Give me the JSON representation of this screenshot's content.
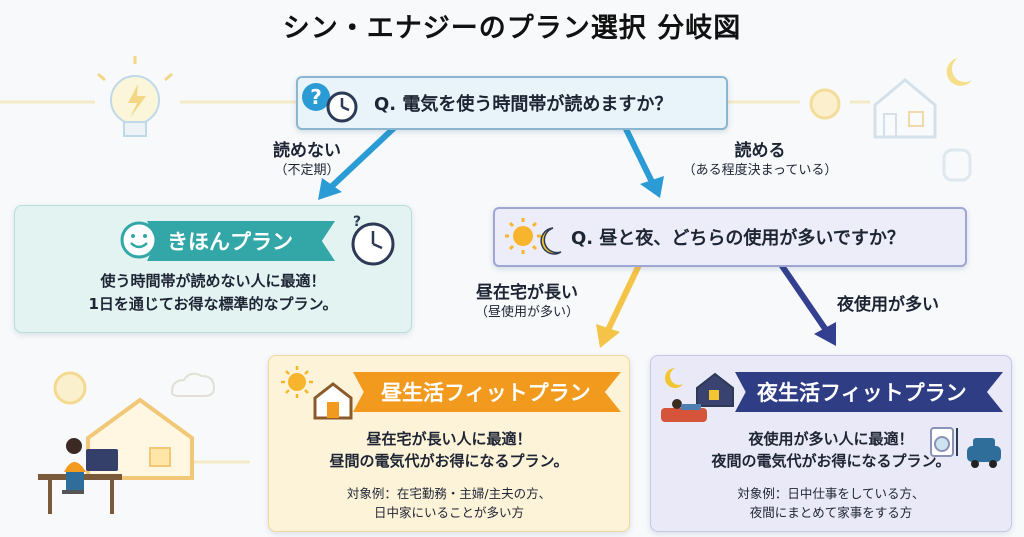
{
  "title": "シン・エナジーのプラン選択 分岐図",
  "q1": {
    "text": "Q. 電気を使う時間帯が読めますか？"
  },
  "branch_left": {
    "label": "読めない",
    "sub": "（不定期）"
  },
  "branch_right": {
    "label": "読める",
    "sub": "（ある程度決まっている）"
  },
  "basic_plan": {
    "name": "きほんプラン",
    "lines": [
      "使う時間帯が読めない人に最適！",
      "1日を通じてお得な標準的なプラン。"
    ]
  },
  "q2": {
    "text": "Q. 昼と夜、どちらの使用が多いですか？"
  },
  "branch_day": {
    "label": "昼在宅が長い",
    "sub": "（昼使用が多い）"
  },
  "branch_night": {
    "label": "夜使用が多い"
  },
  "day_plan": {
    "name": "昼生活フィットプラン",
    "lines": [
      "昼在宅が長い人に最適！",
      "昼間の電気代がお得になるプラン。"
    ],
    "target": [
      "対象例：在宅勤務・主婦/主夫の方、",
      "日中家にいることが多い方"
    ]
  },
  "night_plan": {
    "name": "夜生活フィットプラン",
    "lines": [
      "夜使用が多い人に最適！",
      "夜間の電気代がお得になるプラン。"
    ],
    "target": [
      "対象例：日中仕事をしている方、",
      "夜間にまとめて家事をする方"
    ]
  },
  "colors": {
    "teal": "#33a7a7",
    "orange": "#f29a1e",
    "navy": "#2f3d85",
    "arrow_blue": "#2a9bd4",
    "arrow_yellow": "#f5c347",
    "arrow_navy": "#34408f"
  },
  "icons": [
    "question-icon",
    "clock-icon",
    "smile-icon",
    "sun-icon",
    "moon-icon",
    "house-icon",
    "lightbulb-icon",
    "worker-icon",
    "washing-machine-icon",
    "car-icon"
  ]
}
